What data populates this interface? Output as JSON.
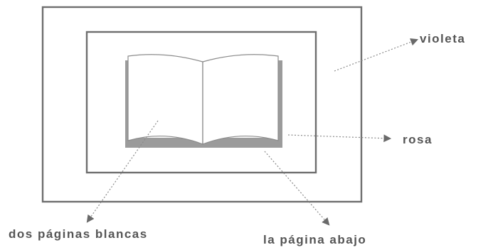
{
  "labels": {
    "outer_frame": "violeta",
    "inner_frame": "rosa",
    "pages": "dos páginas blancas",
    "bottom_page": "la página abajo"
  },
  "colors": {
    "frame_stroke": "#6e6e6e",
    "label_text": "#555555",
    "leader_line": "#8a8a8a",
    "book_lines": "#8c8c8c",
    "book_shadow": "#9b9b9b"
  }
}
